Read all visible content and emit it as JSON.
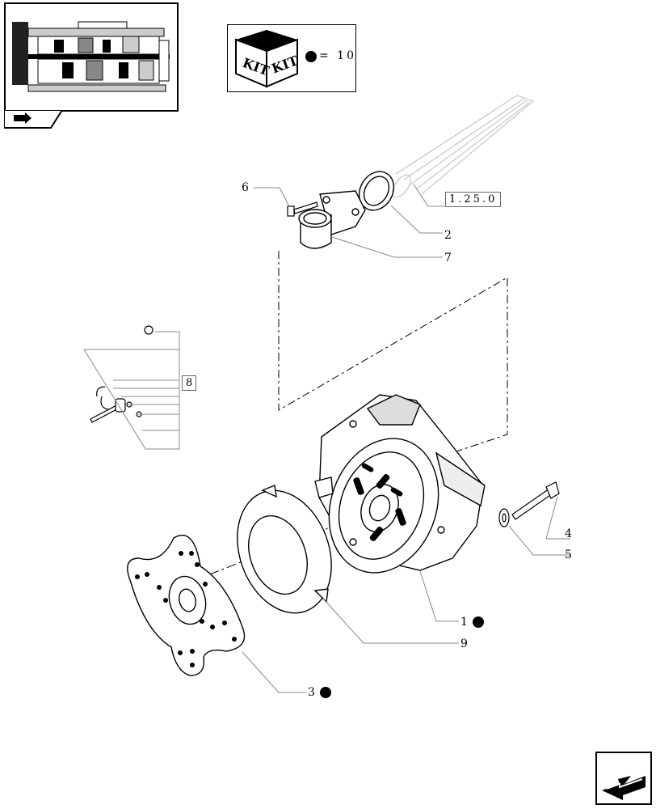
{
  "kit": {
    "badge_text_1": "KIT",
    "badge_text_2": "KIT",
    "count_label": "= 10"
  },
  "references": {
    "shaft_ref": "1.25.0",
    "group_ref": "8"
  },
  "callouts": {
    "c1": "1",
    "c2": "2",
    "c3": "3",
    "c4": "4",
    "c5": "5",
    "c6": "6",
    "c7": "7",
    "c9": "9"
  },
  "colors": {
    "line": "#000000",
    "leader": "#808080",
    "kit_dot": "#000000"
  },
  "icons": {
    "thumbnail": "transmission-overview-thumbnail",
    "tab": "part-arrow-tab-icon",
    "nav": "next-page-arrow-icon"
  }
}
